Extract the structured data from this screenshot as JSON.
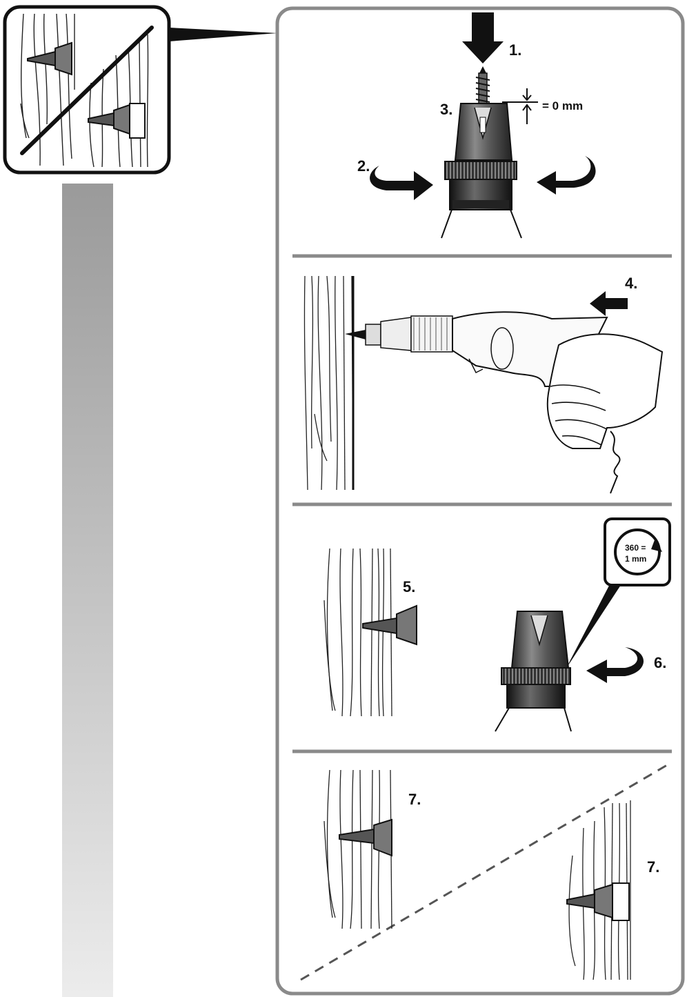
{
  "steps": {
    "s1": "1.",
    "s2": "2.",
    "s3": "3.",
    "s4": "4.",
    "s5": "5.",
    "s6": "6.",
    "s7a": "7.",
    "s7b": "7."
  },
  "gap_label": "= 0 mm",
  "rotation_badge": {
    "line1": "360 =",
    "line2": "1 mm"
  },
  "colors": {
    "ink": "#111111",
    "frame": "#8a8a8a",
    "divider": "#8a8a8a",
    "metal_dark": "#3a3a3a",
    "metal_mid": "#7a7a7a",
    "gradient_top": "#9a9a9a",
    "gradient_bottom": "#ececec"
  }
}
